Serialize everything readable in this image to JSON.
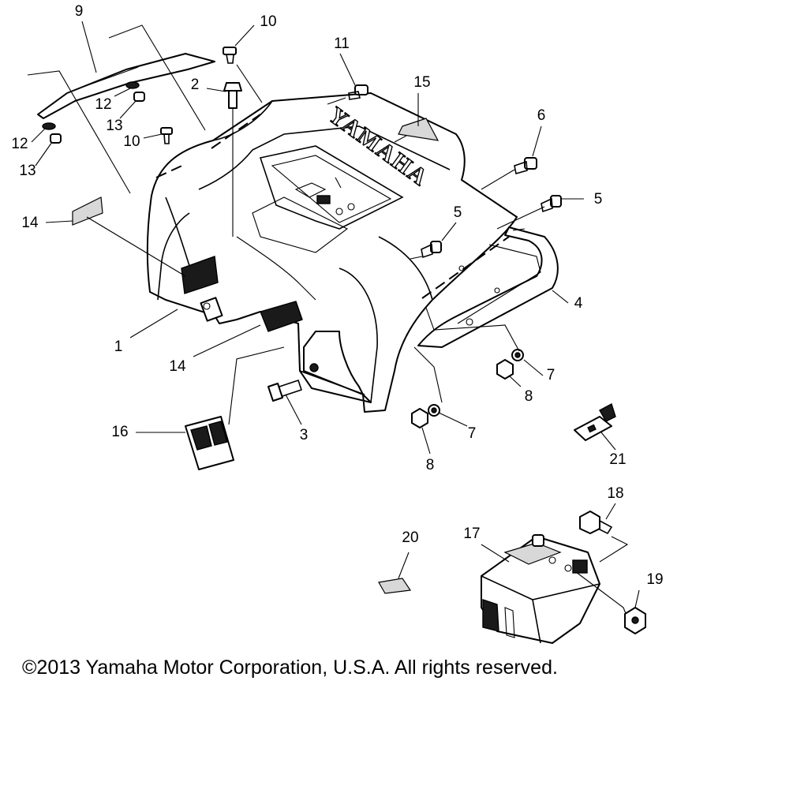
{
  "diagram": {
    "brand_text": "YAMAHA",
    "callouts": {
      "c1": "1",
      "c2": "2",
      "c3": "3",
      "c4": "4",
      "c5a": "5",
      "c5b": "5",
      "c6": "6",
      "c7a": "7",
      "c7b": "7",
      "c8a": "8",
      "c8b": "8",
      "c9": "9",
      "c10a": "10",
      "c10b": "10",
      "c11": "11",
      "c12a": "12",
      "c12b": "12",
      "c13a": "13",
      "c13b": "13",
      "c14a": "14",
      "c14b": "14",
      "c15": "15",
      "c16": "16",
      "c17": "17",
      "c18": "18",
      "c19": "19",
      "c20": "20",
      "c21": "21"
    }
  },
  "copyright": "©2013 Yamaha Motor Corporation, U.S.A. All rights reserved."
}
